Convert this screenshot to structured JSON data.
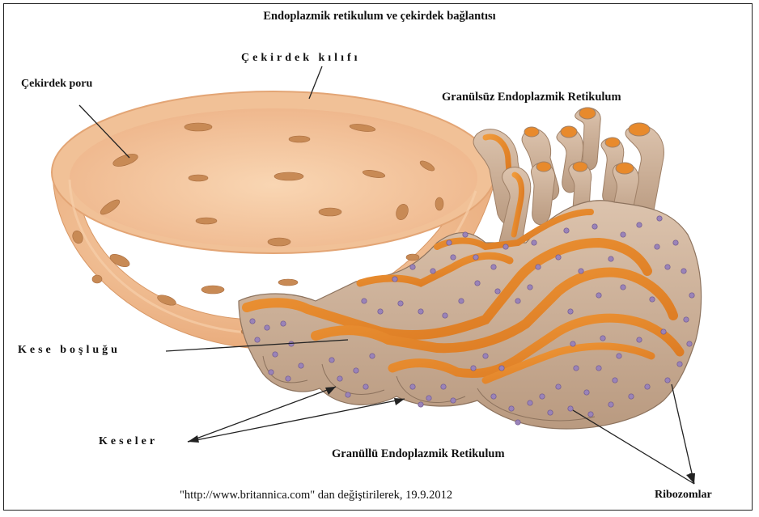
{
  "title": "Endoplazmik retikulum ve çekirdek bağlantısı",
  "labels": {
    "nuclear_envelope": "Çekirdek kılıfı",
    "nuclear_pore": "Çekirdek poru",
    "smooth_er": "Granülsüz Endoplazmik Retikulum",
    "cisternal_space": "Kese boşluğu",
    "cisternae": "Keseler",
    "rough_er": "Granüllü Endoplazmik Retikulum",
    "ribosomes": "Ribozomlar"
  },
  "source_note": "\"http://www.britannica.com\" dan değiştirilerek, 19.9.2012",
  "colors": {
    "envelope_outer": "#f0b98a",
    "envelope_inner": "#f7cda6",
    "er_membrane": "#cdb29a",
    "er_lumen": "#e88a2c",
    "ribosome": "#9a83b8",
    "line": "#222222"
  }
}
